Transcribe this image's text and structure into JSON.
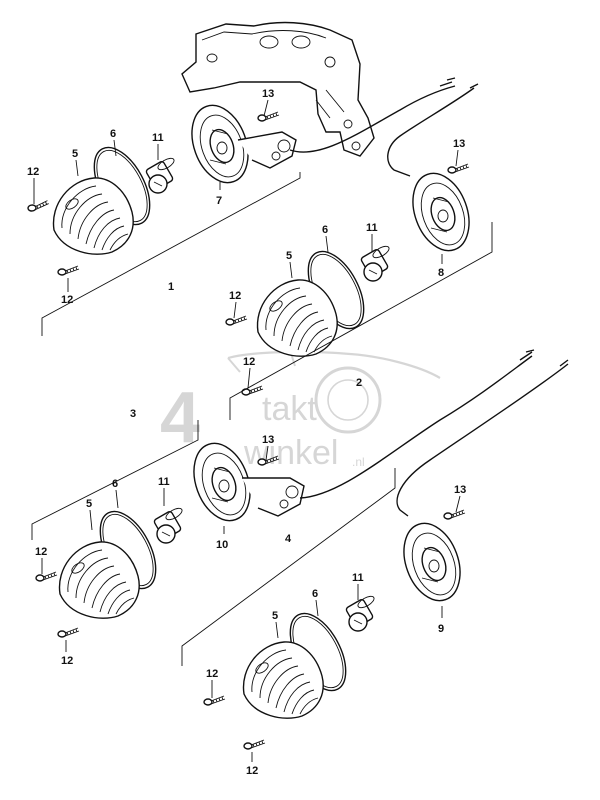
{
  "callouts": {
    "c1": "1",
    "c2": "2",
    "c3": "3",
    "c4": "4",
    "c5a": "5",
    "c5b": "5",
    "c5c": "5",
    "c5d": "5",
    "c6a": "6",
    "c6b": "6",
    "c6c": "6",
    "c6d": "6",
    "c7": "7",
    "c8": "8",
    "c9": "9",
    "c10": "10",
    "c11a": "11",
    "c11b": "11",
    "c11c": "11",
    "c11d": "11",
    "c12a": "12",
    "c12b": "12",
    "c12c": "12",
    "c12d": "12",
    "c12e": "12",
    "c12f": "12",
    "c12g": "12",
    "c12h": "12",
    "c13a": "13",
    "c13b": "13",
    "c13c": "13",
    "c13d": "13"
  },
  "watermark": {
    "digit": "4",
    "line1": "takt",
    "line2": "winkel",
    "suffix": ".nl"
  },
  "colors": {
    "ink": "#111111",
    "watermark": "#d2d2d2",
    "background": "#ffffff"
  }
}
